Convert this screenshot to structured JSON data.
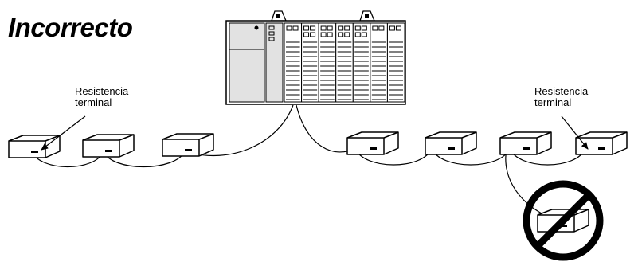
{
  "title": "Incorrecto",
  "labels": {
    "left_terminator": [
      "Resistencia",
      "terminal"
    ],
    "right_terminator": [
      "Resistencia",
      "terminal"
    ]
  },
  "icons": {
    "chassis": "plc-chassis-icon",
    "node": "network-node-icon",
    "prohibited": "prohibited-icon"
  },
  "colors": {
    "stroke": "#000000",
    "chassis_fill": "#e2e2e2",
    "background": "#ffffff"
  }
}
